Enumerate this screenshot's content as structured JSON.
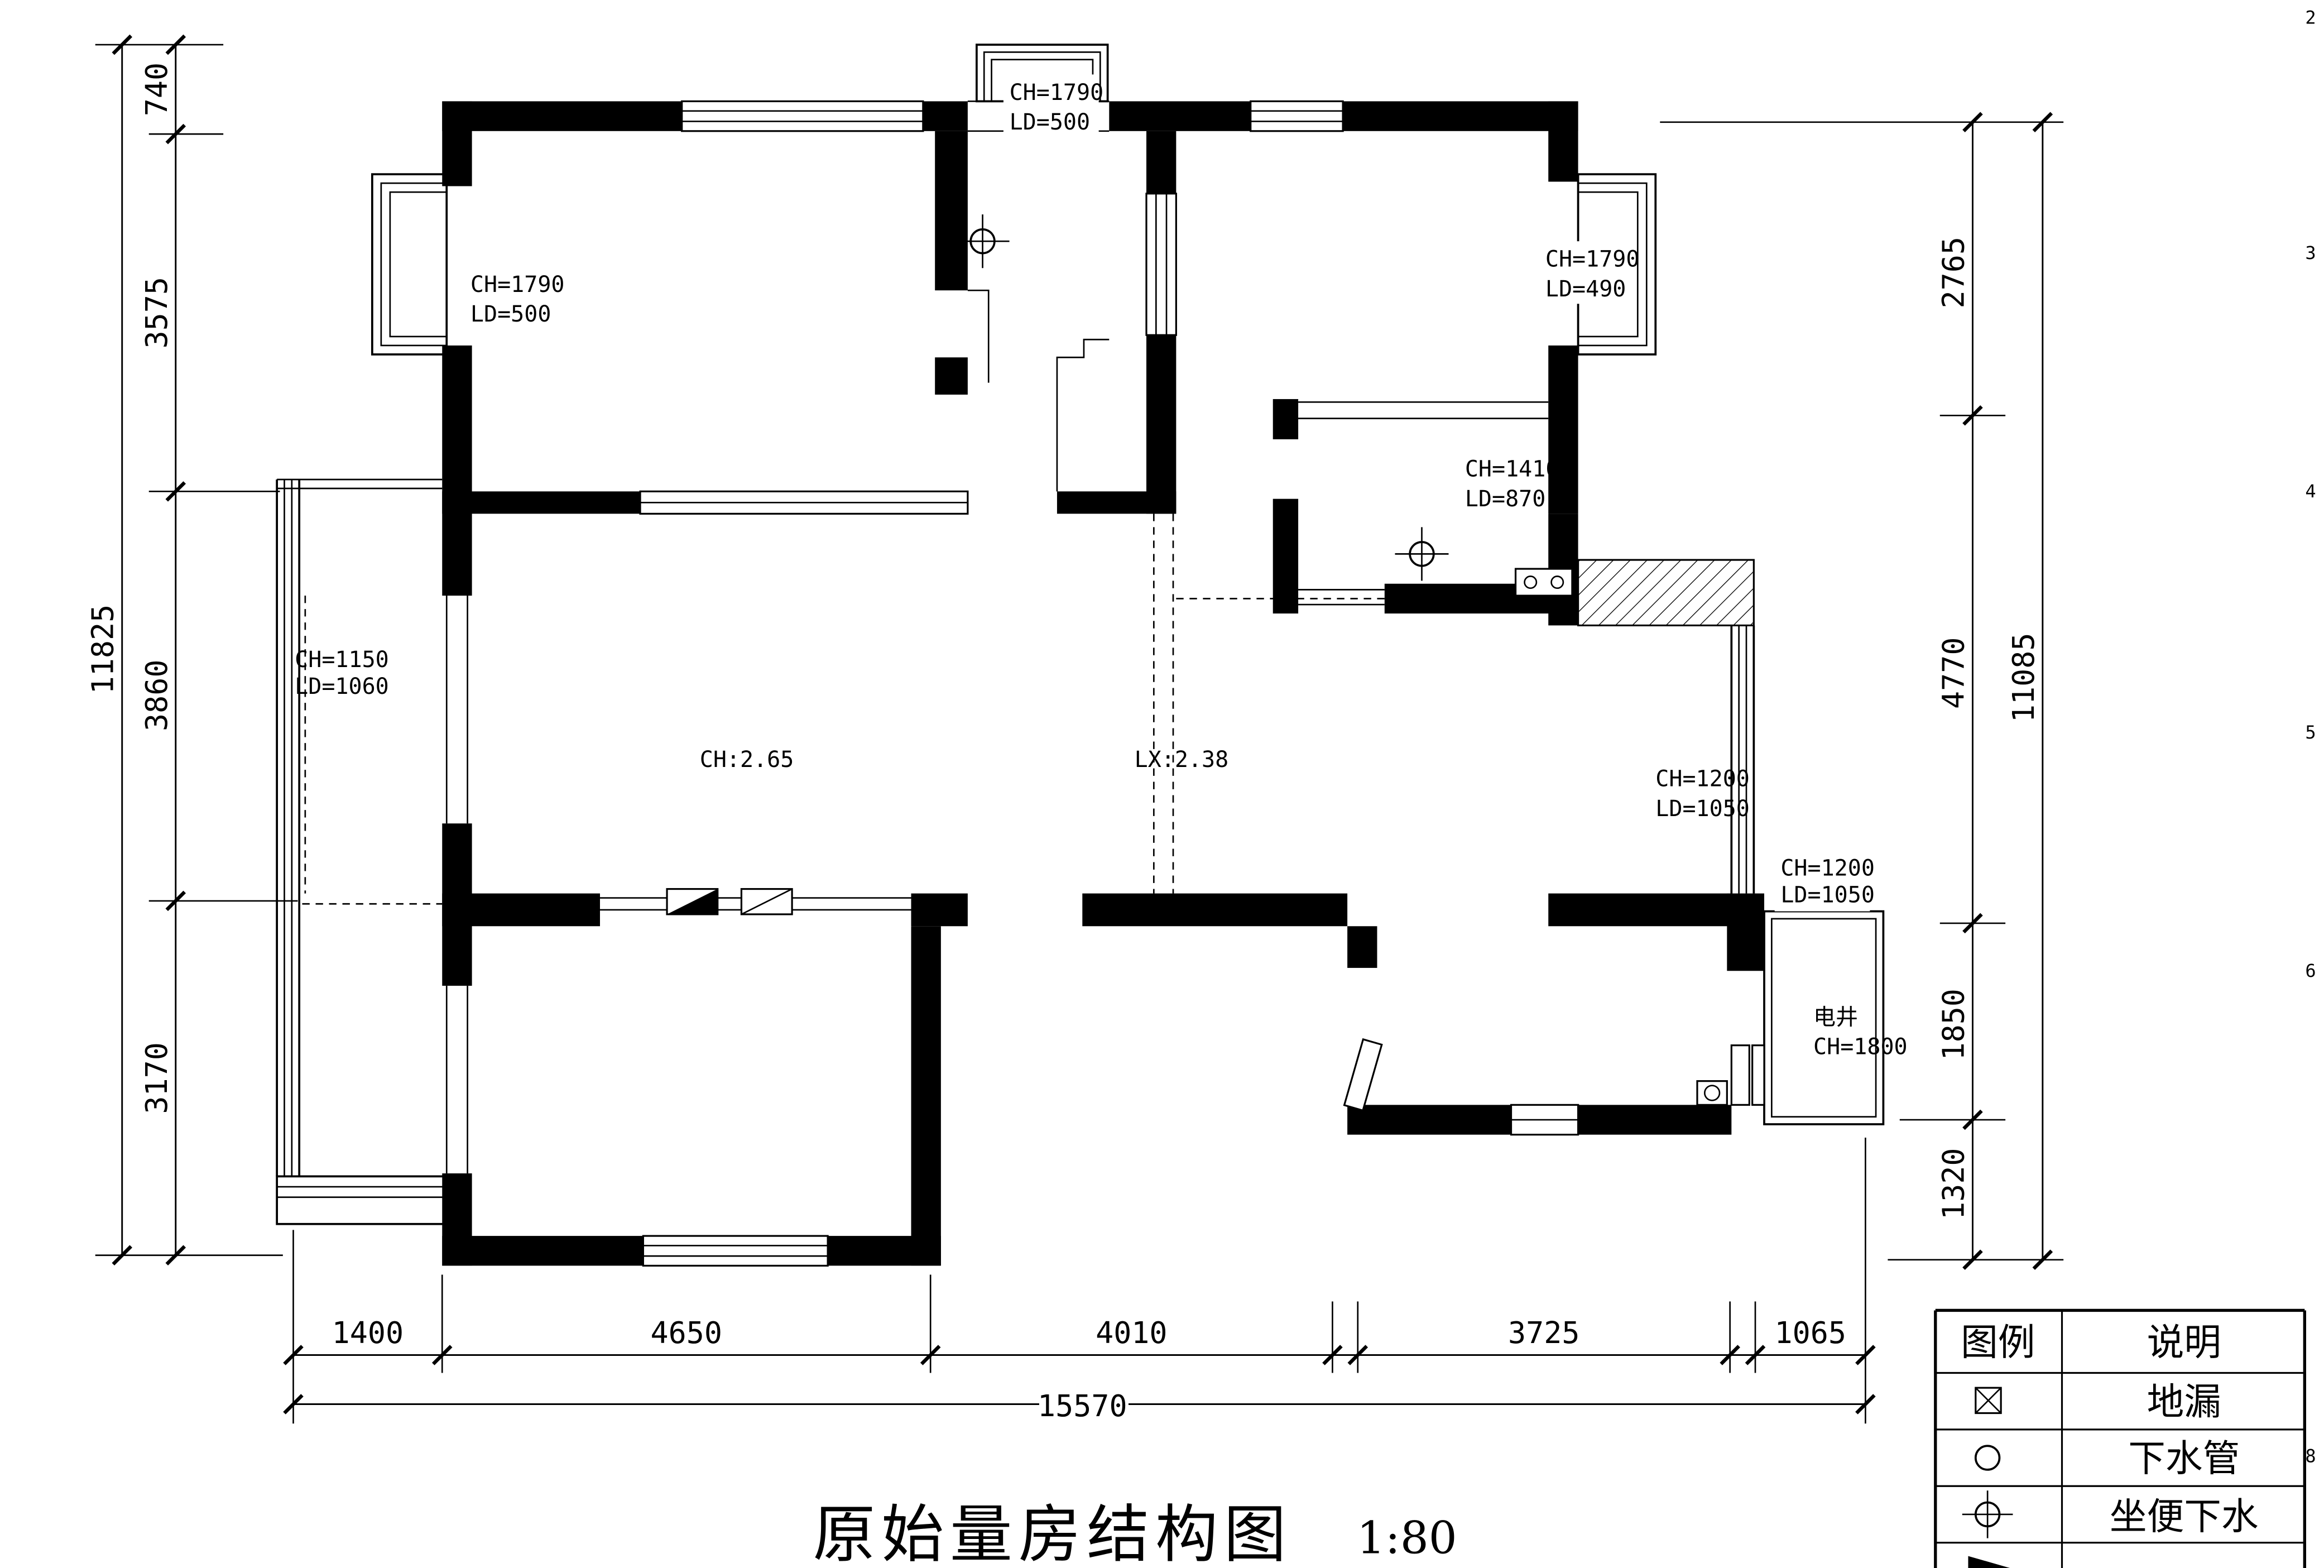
{
  "drawing": {
    "title": "原始量房结构图",
    "scale": "1:80"
  },
  "dims": {
    "left": {
      "total": "11825",
      "s1": "740",
      "s2": "3575",
      "s3": "3860",
      "s4": "3170"
    },
    "right": {
      "total": "11085",
      "s1": "2765",
      "s2": "4770",
      "s3": "1850",
      "s4": "1320"
    },
    "bottom": {
      "total": "15570",
      "s1": "1400",
      "s2": "4650",
      "s3": "4010",
      "s4": "3725",
      "s5": "1065"
    }
  },
  "labels": {
    "top_bay": {
      "l1": "CH=1790",
      "l2": "LD=500"
    },
    "bedroom_tl": {
      "l1": "CH=1790",
      "l2": "LD=500"
    },
    "bedroom_tr": {
      "l1": "CH=1790",
      "l2": "LD=490"
    },
    "kitchen": {
      "l1": "CH=1410",
      "l2": "LD=870"
    },
    "balcony": {
      "l1": "CH=1150",
      "l2": "LD=1060"
    },
    "living": "CH:2.65",
    "beam": "LX:2.38",
    "right_upper": {
      "l1": "CH=1200",
      "l2": "LD=1050"
    },
    "right_lower": {
      "l1": "CH=1200",
      "l2": "LD=1050"
    },
    "shaft": {
      "l1": "电井",
      "l2": "CH=1800"
    }
  },
  "legend": {
    "header_symbol": "图例",
    "header_desc": "说明",
    "rows": [
      {
        "desc": "地漏"
      },
      {
        "desc": "下水管"
      },
      {
        "desc": "坐便下水"
      },
      {
        "desc": ""
      }
    ]
  },
  "grid_markers": {
    "m2": "2",
    "m3": "3",
    "m4": "4",
    "m5": "5",
    "m6": "6",
    "m8": "8"
  }
}
